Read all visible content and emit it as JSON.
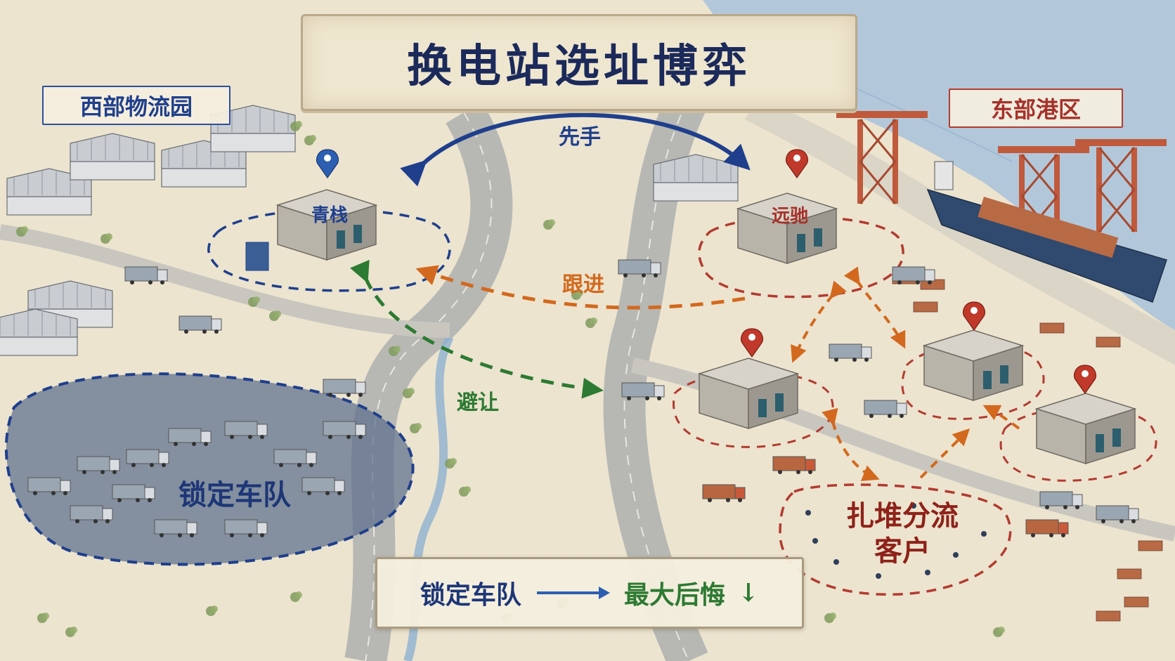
{
  "title": "换电站选址博弈",
  "regions": {
    "west": "西部物流园",
    "east": "东部港区"
  },
  "stations": {
    "west": "青栈",
    "east": "远驰"
  },
  "moves": {
    "first": "先手",
    "follow": "跟进",
    "yield": "避让"
  },
  "zones": {
    "fleet": "锁定车队",
    "clients_line1": "扎堆分流",
    "clients_line2": "客户"
  },
  "legend": {
    "left": "锁定车队",
    "right": "最大后悔",
    "down_arrow": "↓"
  },
  "colors": {
    "blue_player": "#1f3f8c",
    "red_player": "#b23b30",
    "follow_orange": "#d2691e",
    "yield_green": "#2d7a32",
    "sea": "#9fb9d6",
    "paper": "#ece4cf"
  },
  "icons": [
    "map-pin-icon",
    "truck-icon",
    "crane-icon",
    "cargo-ship-icon",
    "warehouse-icon",
    "battery-swap-station-icon"
  ]
}
